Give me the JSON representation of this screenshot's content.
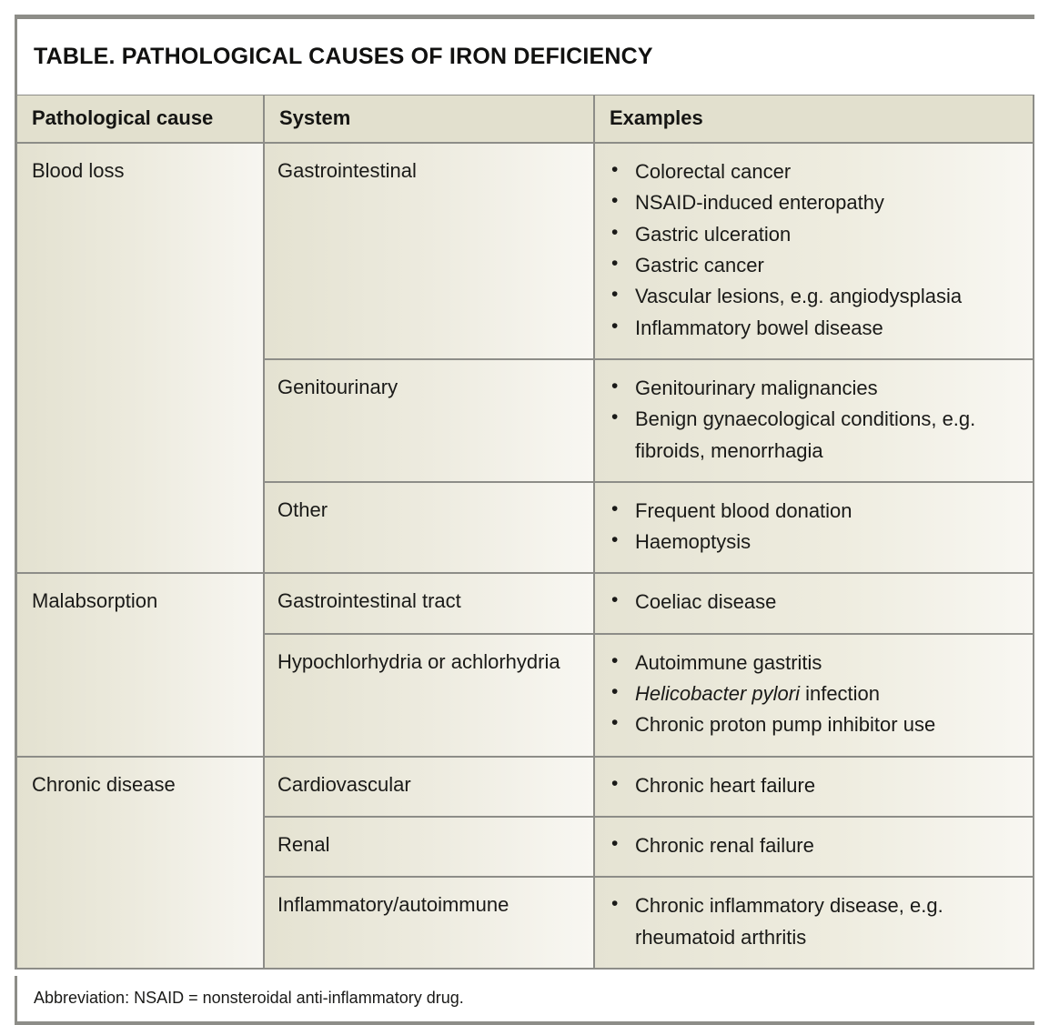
{
  "figure": {
    "title": "TABLE. PATHOLOGICAL CAUSES OF IRON DEFICIENCY",
    "footnote": "Abbreviation: NSAID = nonsteroidal anti-inflammatory drug.",
    "colors": {
      "border": "#8d8d88",
      "header_fill": "#e2e0ce",
      "cell_fill_left": "#e4e2d1",
      "cell_fill_right": "#f8f7f2",
      "text": "#1a1a18",
      "page_background": "#ffffff"
    }
  },
  "table": {
    "columns": [
      {
        "header": "Pathological cause"
      },
      {
        "header": "System"
      },
      {
        "header": "Examples"
      }
    ],
    "groups": [
      {
        "cause": "Blood loss",
        "rows": [
          {
            "system": "Gastrointestinal",
            "examples": [
              {
                "text": "Colorectal cancer"
              },
              {
                "text": "NSAID-induced enteropathy"
              },
              {
                "text": "Gastric ulceration"
              },
              {
                "text": "Gastric cancer"
              },
              {
                "text": "Vascular lesions, e.g. angiodysplasia"
              },
              {
                "text": "Inflammatory bowel disease"
              }
            ]
          },
          {
            "system": "Genitourinary",
            "examples": [
              {
                "text": "Genitourinary malignancies"
              },
              {
                "text": "Benign gynaecological conditions, e.g. fibroids, menorrhagia"
              }
            ]
          },
          {
            "system": "Other",
            "examples": [
              {
                "text": "Frequent blood donation"
              },
              {
                "text": "Haemoptysis"
              }
            ]
          }
        ]
      },
      {
        "cause": "Malabsorption",
        "rows": [
          {
            "system": "Gastrointestinal tract",
            "examples": [
              {
                "text": "Coeliac disease"
              }
            ]
          },
          {
            "system": "Hypochlorhydria or achlorhydria",
            "examples": [
              {
                "text": "Autoimmune gastritis"
              },
              {
                "italic": "Helicobacter pylori",
                "text": " infection"
              },
              {
                "text": "Chronic proton pump inhibitor use"
              }
            ]
          }
        ]
      },
      {
        "cause": "Chronic disease",
        "rows": [
          {
            "system": "Cardiovascular",
            "examples": [
              {
                "text": "Chronic heart failure"
              }
            ]
          },
          {
            "system": "Renal",
            "examples": [
              {
                "text": "Chronic renal failure"
              }
            ]
          },
          {
            "system": "Inflammatory/autoimmune",
            "examples": [
              {
                "text": "Chronic inflammatory disease, e.g. rheumatoid arthritis"
              }
            ]
          }
        ]
      }
    ]
  }
}
